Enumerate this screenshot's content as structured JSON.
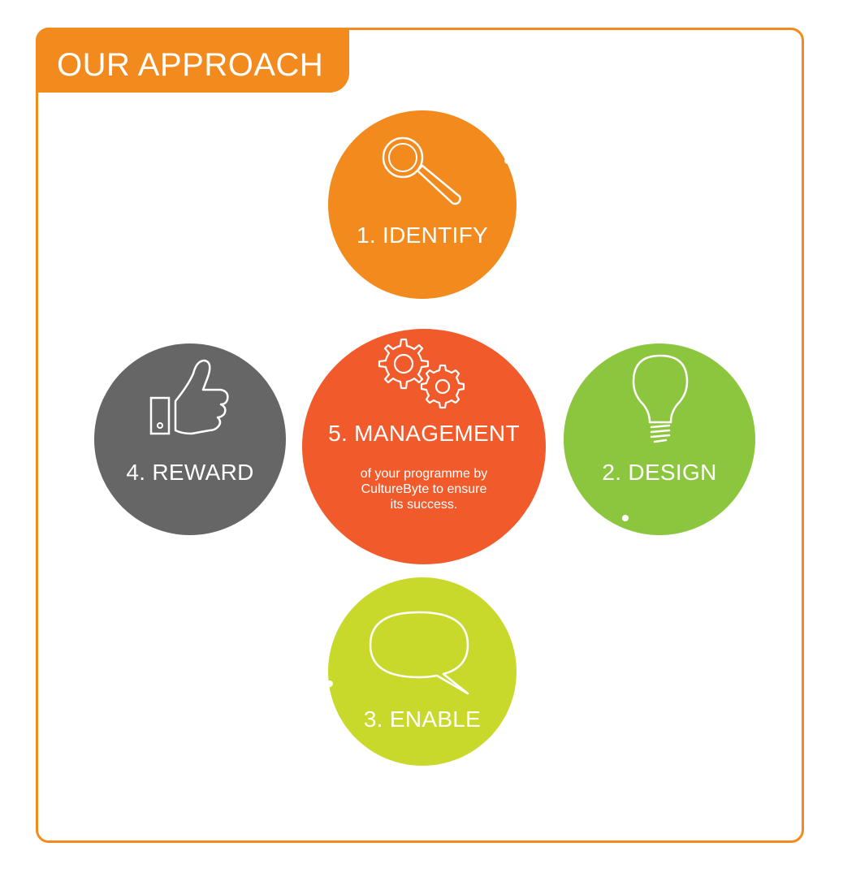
{
  "header": {
    "title": "OUR APPROACH"
  },
  "colors": {
    "frame": "#f28a1e",
    "identify": "#f28a1e",
    "management": "#f15a2b",
    "design": "#8cc63f",
    "enable": "#c9d92c",
    "reward": "#666666"
  },
  "steps": {
    "identify": {
      "label": "1. IDENTIFY",
      "icon": "search-icon"
    },
    "design": {
      "label": "2. DESIGN",
      "icon": "lightbulb-icon"
    },
    "enable": {
      "label": "3. ENABLE",
      "icon": "speech-bubble-icon"
    },
    "reward": {
      "label": "4. REWARD",
      "icon": "thumbs-up-icon"
    },
    "management": {
      "label": "5. MANAGEMENT",
      "icon": "gears-icon",
      "description_line1": "of your programme by",
      "description_line2": "CultureByte to ensure",
      "description_line3": "its success."
    }
  }
}
